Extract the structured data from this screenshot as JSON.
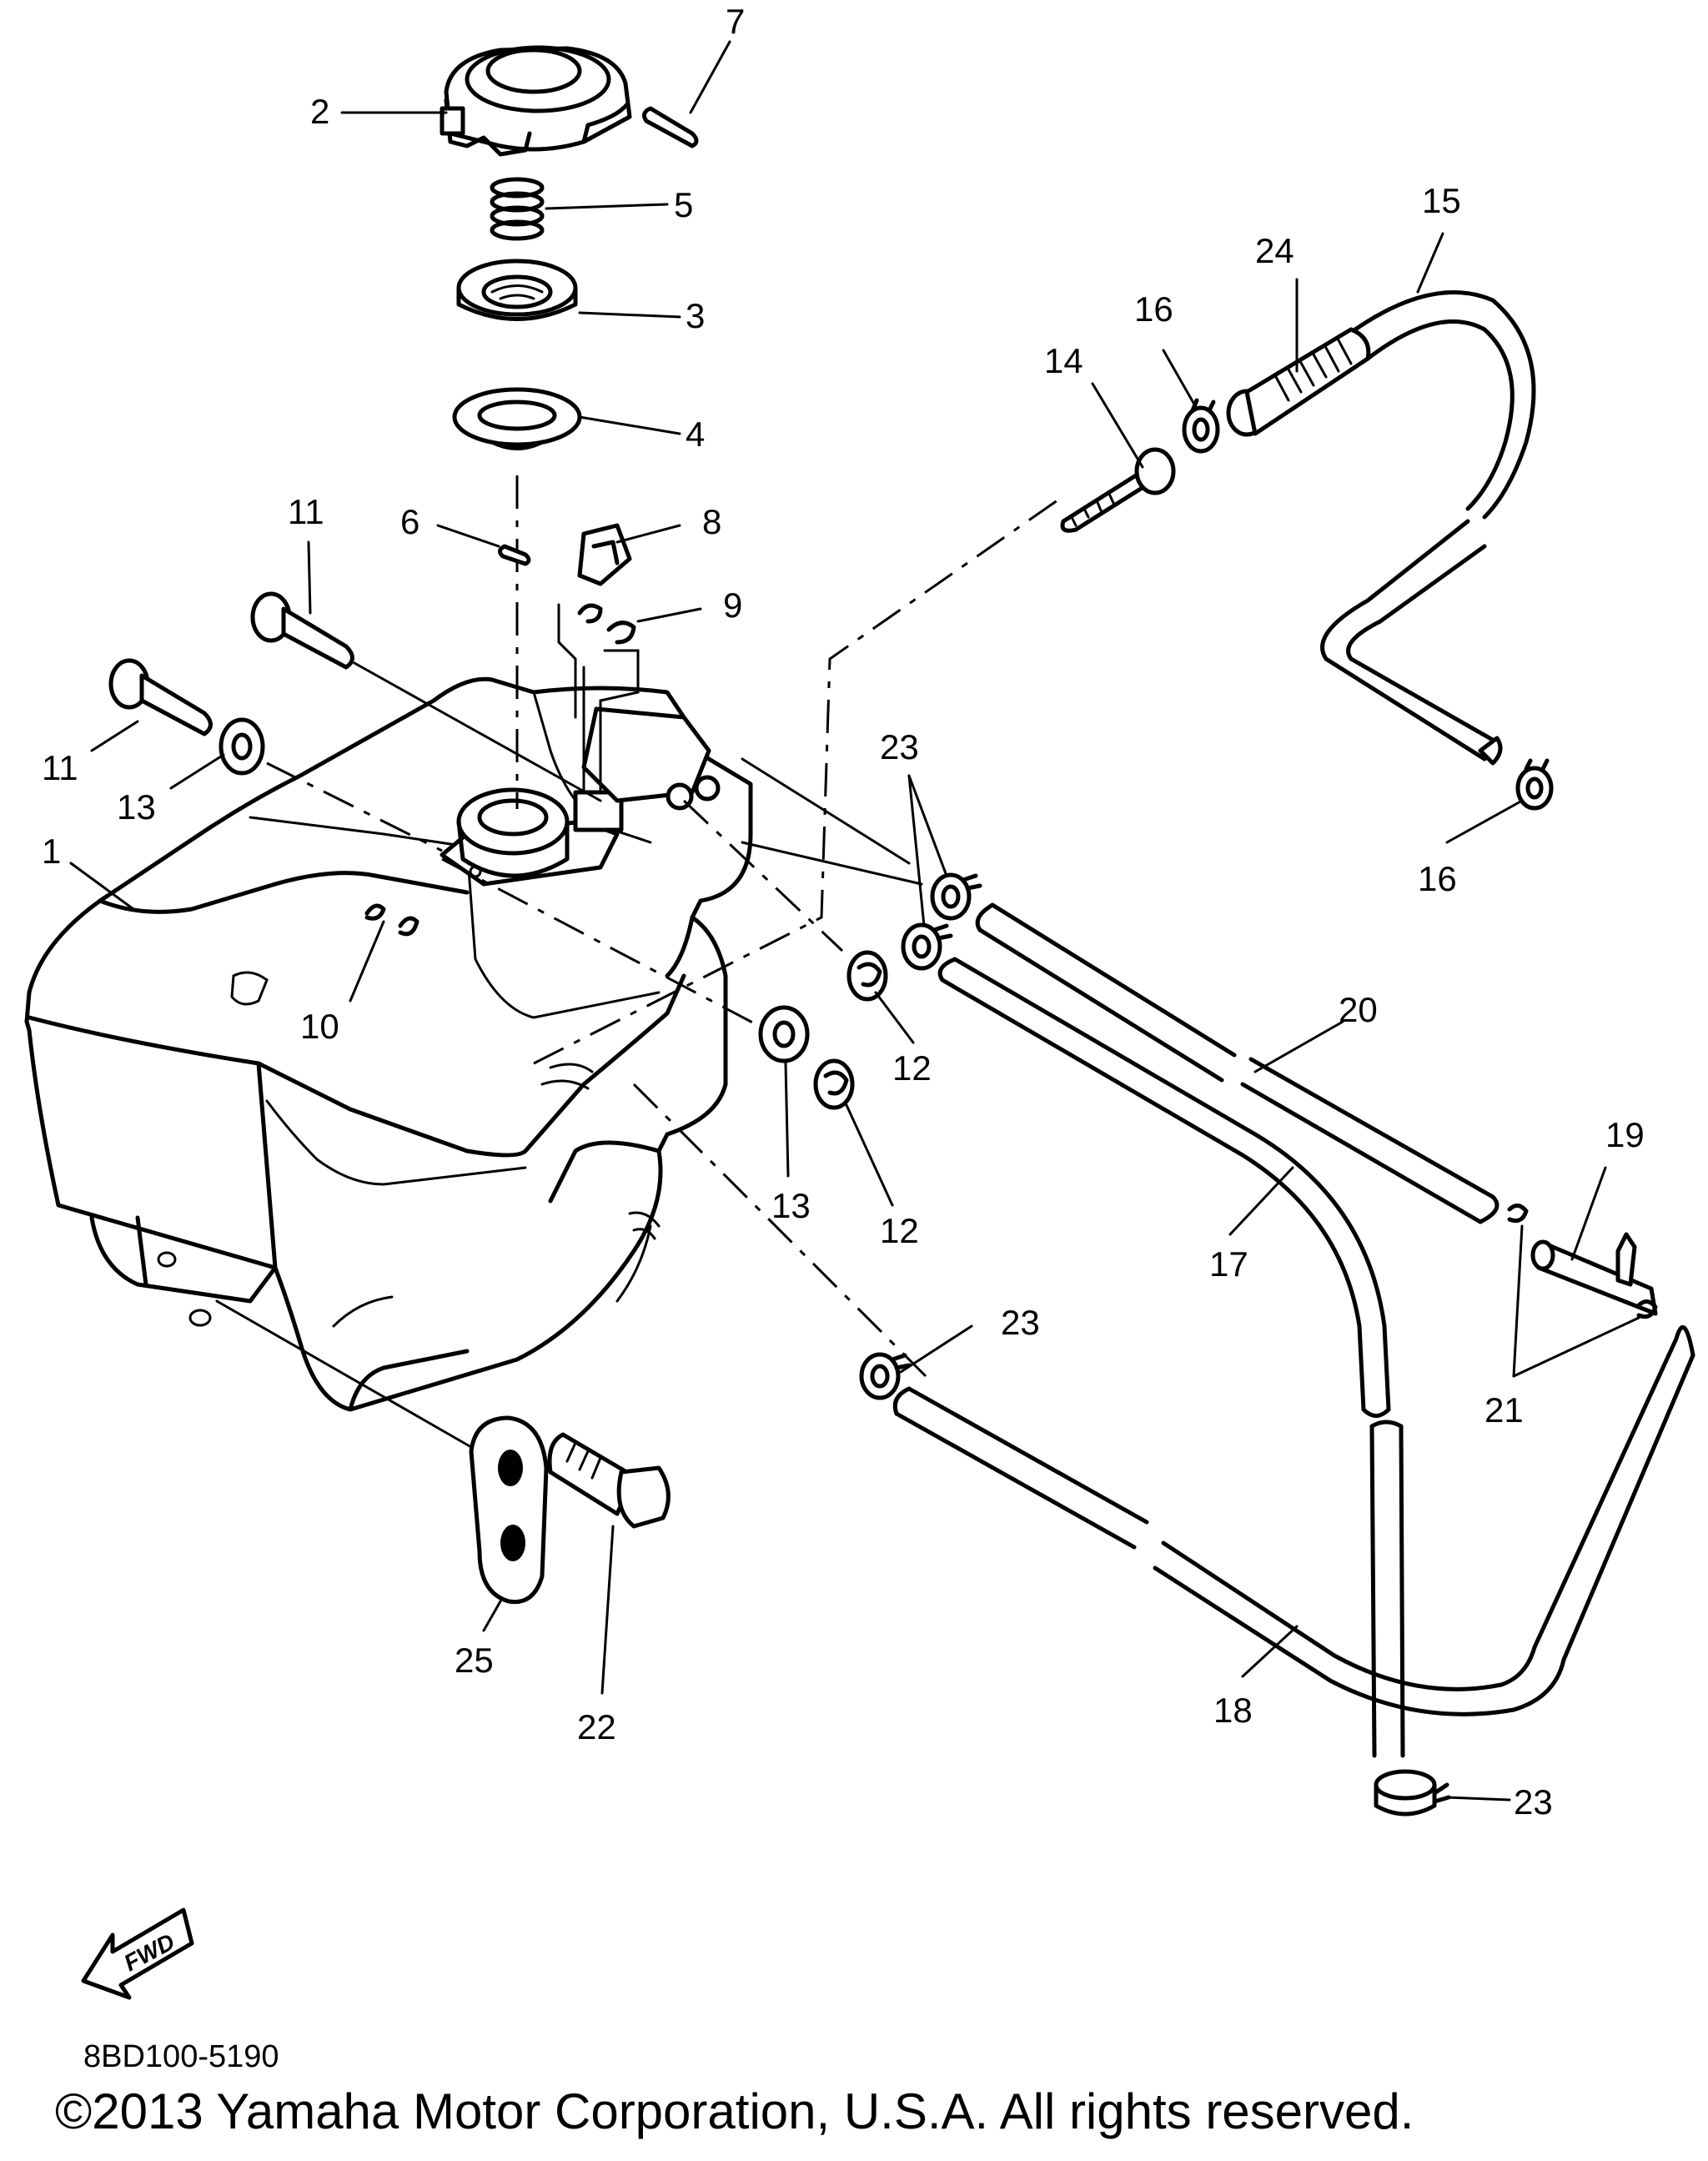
{
  "diagram": {
    "callouts": [
      {
        "id": "c7",
        "text": "7"
      },
      {
        "id": "c2",
        "text": "2"
      },
      {
        "id": "c5",
        "text": "5"
      },
      {
        "id": "c3",
        "text": "3"
      },
      {
        "id": "c4",
        "text": "4"
      },
      {
        "id": "c6",
        "text": "6"
      },
      {
        "id": "c8",
        "text": "8"
      },
      {
        "id": "c9",
        "text": "9"
      },
      {
        "id": "c11a",
        "text": "11"
      },
      {
        "id": "c11b",
        "text": "11"
      },
      {
        "id": "c13a",
        "text": "13"
      },
      {
        "id": "c1",
        "text": "1"
      },
      {
        "id": "c10",
        "text": "10"
      },
      {
        "id": "c23a",
        "text": "23"
      },
      {
        "id": "c12a",
        "text": "12"
      },
      {
        "id": "c13b",
        "text": "13"
      },
      {
        "id": "c12b",
        "text": "12"
      },
      {
        "id": "c14",
        "text": "14"
      },
      {
        "id": "c16a",
        "text": "16"
      },
      {
        "id": "c24",
        "text": "24"
      },
      {
        "id": "c15",
        "text": "15"
      },
      {
        "id": "c16b",
        "text": "16"
      },
      {
        "id": "c20",
        "text": "20"
      },
      {
        "id": "c19",
        "text": "19"
      },
      {
        "id": "c17",
        "text": "17"
      },
      {
        "id": "c23b",
        "text": "23"
      },
      {
        "id": "c21",
        "text": "21"
      },
      {
        "id": "c25",
        "text": "25"
      },
      {
        "id": "c22",
        "text": "22"
      },
      {
        "id": "c18",
        "text": "18"
      },
      {
        "id": "c23c",
        "text": "23"
      }
    ],
    "fwd_label": "FWD"
  },
  "footer": {
    "drawing_code": "8BD100-5190",
    "copyright": "©2013 Yamaha Motor Corporation, U.S.A. All rights reserved."
  }
}
